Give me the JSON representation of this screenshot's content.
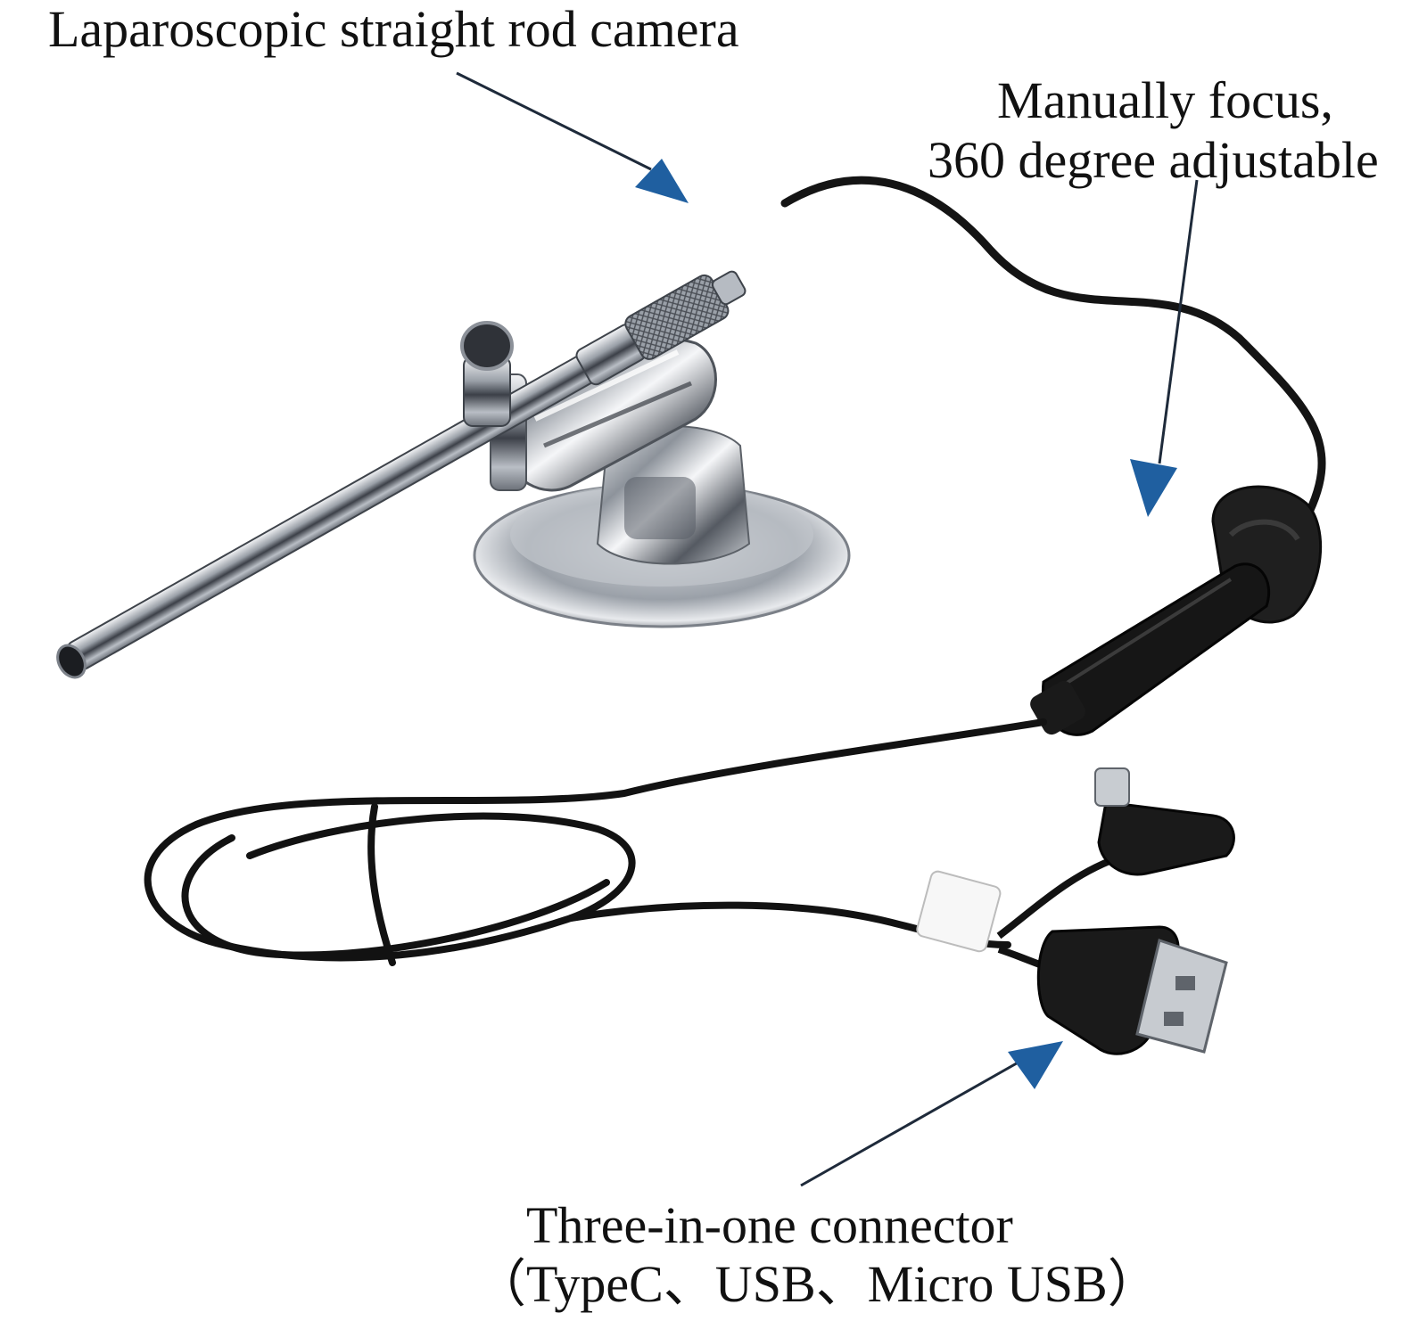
{
  "annotations": {
    "rod_camera": "Laparoscopic straight rod camera",
    "focus_line1": "Manually focus,",
    "focus_line2": "360 degree adjustable",
    "connector_line1": "Three-in-one connector",
    "connector_line2": "（TypeC、USB、Micro USB）"
  },
  "colors": {
    "arrow": "#1f5fa0",
    "leader_line": "#1e2a3a",
    "cable": "#141414",
    "chrome": "#c9ccd1"
  }
}
